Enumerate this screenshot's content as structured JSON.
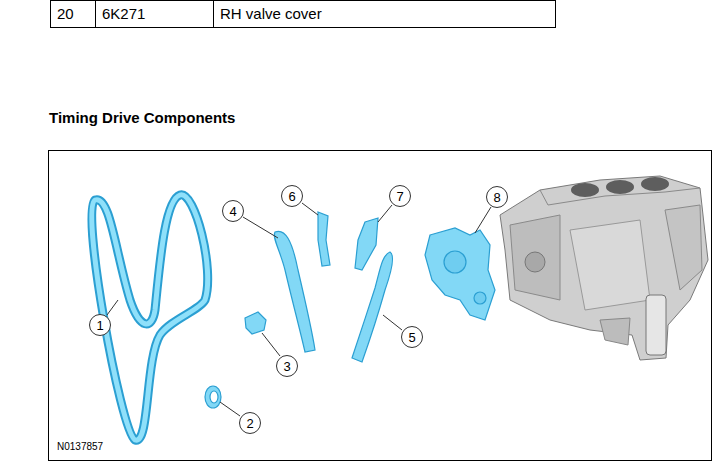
{
  "diagram": {
    "title": "Timing Drive Components",
    "nodes": [
      {
        "text": [
          "1"
        ]
      },
      {
        "text": [
          "2"
        ]
      },
      {
        "text": [
          "3"
        ]
      },
      {
        "text": [
          "4"
        ]
      },
      {
        "text": [
          "5"
        ]
      },
      {
        "text": [
          "6"
        ]
      },
      {
        "text": [
          "7"
        ]
      },
      {
        "text": [
          "8"
        ]
      }
    ],
    "labels": [
      "20",
      "6K271",
      "RH valve cover",
      "N0137857"
    ]
  }
}
